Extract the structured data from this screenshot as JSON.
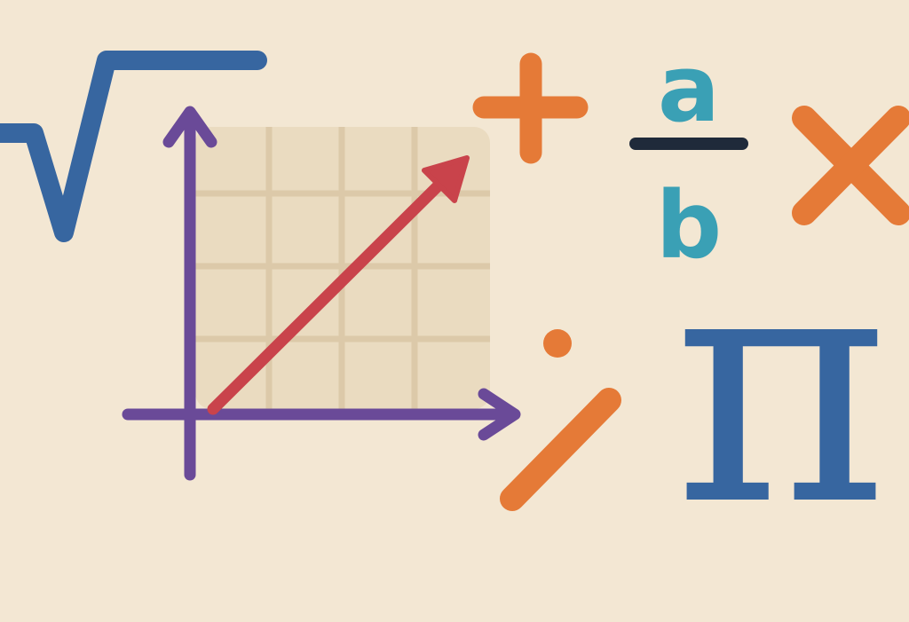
{
  "colors": {
    "background": "#f3e7d3",
    "grid_fill": "#eadbc0",
    "grid_lines": "#dcc9a9",
    "sqrt": "#3766a0",
    "axes": "#6a4a98",
    "trend_arrow": "#c9434b",
    "plus": "#e57a37",
    "times": "#e57a37",
    "divide": "#e57a37",
    "fraction_letters": "#3aa0b5",
    "fraction_bar": "#1f2a3a",
    "pi": "#3766a0"
  },
  "symbols": {
    "fraction_numerator": "a",
    "fraction_denominator": "b",
    "pi": "π"
  },
  "icons": {
    "sqrt": "square-root-icon",
    "graph": "graph-axes-icon",
    "trend": "trend-arrow-icon",
    "plus": "plus-icon",
    "fraction": "fraction-icon",
    "times": "multiply-icon",
    "divide": "divide-icon",
    "pi": "pi-icon"
  }
}
